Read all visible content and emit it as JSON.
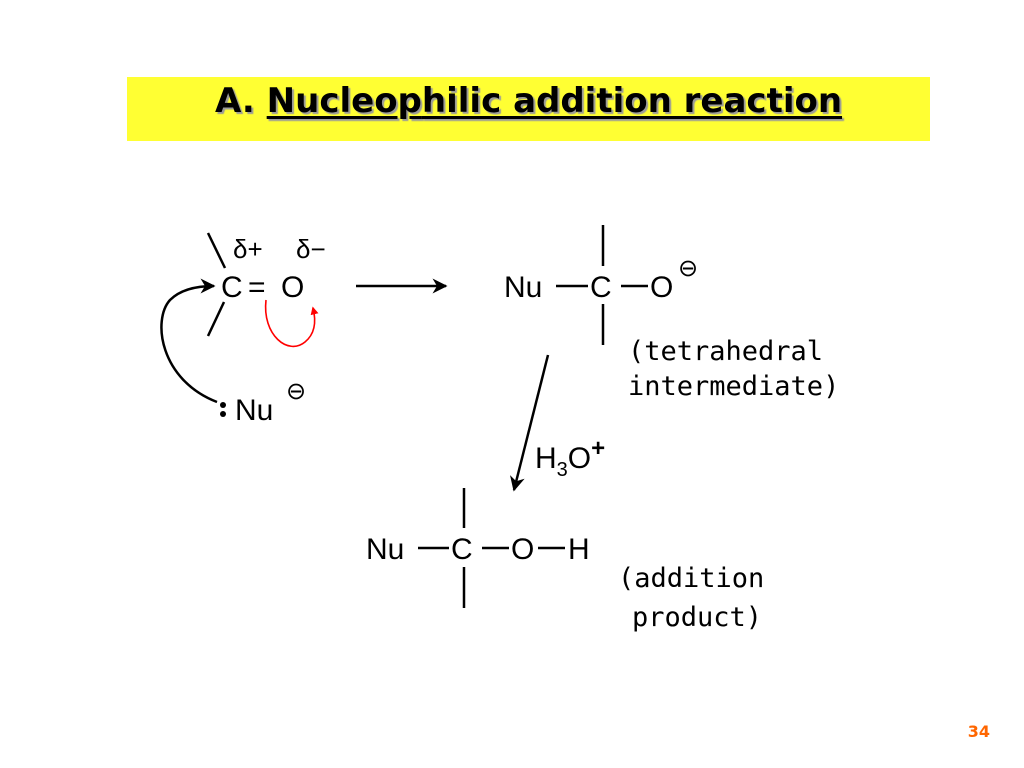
{
  "title": {
    "prefix": "A.",
    "word1": "Nucleop",
    "word2": "hilic addition reaction"
  },
  "reactant": {
    "delta_plus": "δ+",
    "delta_minus": "δ−",
    "carbon": "C",
    "double_bond": "=",
    "oxygen": "O",
    "nucleophile": "Nu",
    "nucleophile_charge": "⊖"
  },
  "intermediate": {
    "nu": "Nu",
    "carbon": "C",
    "oxygen": "O",
    "charge": "⊖",
    "label_line1": "(tetrahedral",
    "label_line2": "intermediate)"
  },
  "reagent": {
    "h": "H",
    "sub": "3",
    "o": "O",
    "plus": "+"
  },
  "product": {
    "nu": "Nu",
    "carbon": "C",
    "oxygen": "O",
    "hydrogen": "H",
    "label_line1": "(addition",
    "label_line2": "product)"
  },
  "colors": {
    "title_background": "#ffff33",
    "electron_arrow": "#ff0000",
    "page_number": "#ff6600"
  },
  "page_number": "34"
}
